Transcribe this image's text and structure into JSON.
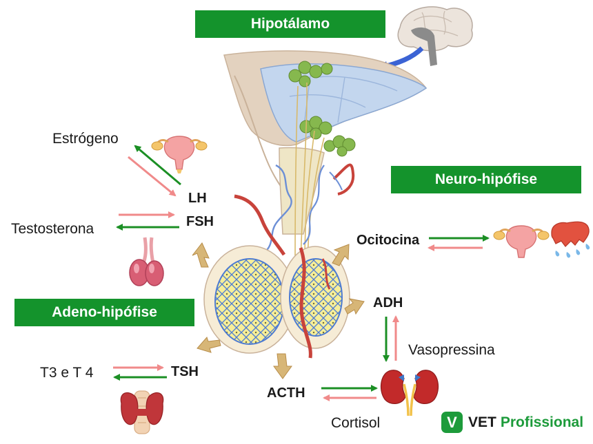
{
  "banners": {
    "hypothalamus": "Hipotálamo",
    "neurohypophysis": "Neuro-hipófise",
    "adenohypophysis": "Adeno-hipófise"
  },
  "hormones": {
    "lh": "LH",
    "fsh": "FSH",
    "tsh": "TSH",
    "acth": "ACTH",
    "adh": "ADH",
    "oxytocin": "Ocitocina"
  },
  "targets": {
    "estrogen": "Estrógeno",
    "testosterone": "Testosterona",
    "t3t4": "T3 e T 4",
    "cortisol": "Cortisol",
    "vasopressin": "Vasopressina"
  },
  "brand": {
    "badge": "V",
    "name_part1": "VET",
    "name_part2": "Profissional"
  },
  "colors": {
    "banner_green": "#14932c",
    "arrow_green": "#1b8f24",
    "arrow_pink": "#f08a8a",
    "brand_green": "#1d9b3b"
  }
}
